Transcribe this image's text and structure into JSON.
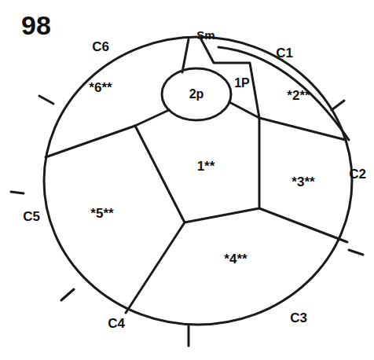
{
  "diagram": {
    "nodes": [
      {
        "text": [
          "2p"
        ]
      },
      {
        "text": [
          "1P"
        ]
      },
      {
        "text": [
          "*6**"
        ]
      },
      {
        "text": [
          "*2**"
        ]
      },
      {
        "text": [
          "1**"
        ]
      },
      {
        "text": [
          "*3**"
        ]
      },
      {
        "text": [
          "*5**"
        ]
      },
      {
        "text": [
          "*4**"
        ]
      }
    ],
    "labels": [
      "98",
      "C6",
      "Sm",
      "C1",
      "C2",
      "C3",
      "C4",
      "C5"
    ]
  }
}
